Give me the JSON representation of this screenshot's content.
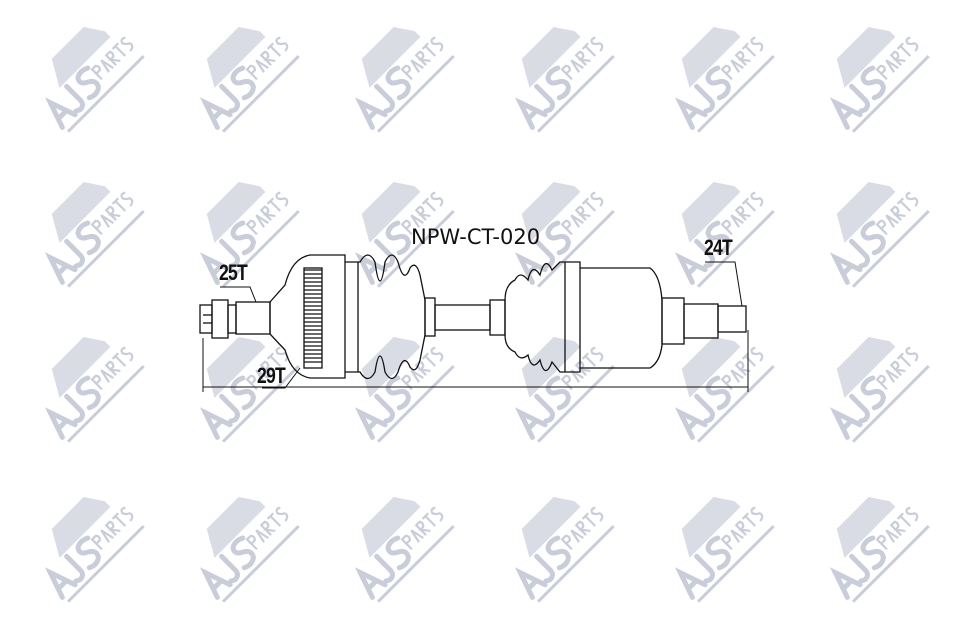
{
  "watermark": {
    "text_main": "AJS",
    "text_sub": "PARTS",
    "color": "#c9cdd9"
  },
  "part": {
    "number": "NPW-CT-020",
    "labels": {
      "left_outer_spline": "25T",
      "abs_ring": "29T",
      "right_spline": "24T"
    }
  }
}
